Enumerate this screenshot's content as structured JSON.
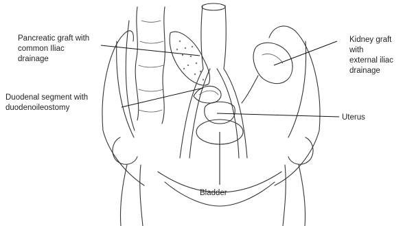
{
  "labels": {
    "pancreatic_graft": [
      "Pancreatic graft with",
      "common Iliac",
      "drainage"
    ],
    "duodenal_segment": [
      "Duodenal segment with",
      "duodenoileostomy"
    ],
    "kidney_graft": [
      "Kidney graft",
      "with",
      "external iliac",
      "drainage"
    ],
    "uterus": "Uterus",
    "bladder": "Bladder"
  }
}
